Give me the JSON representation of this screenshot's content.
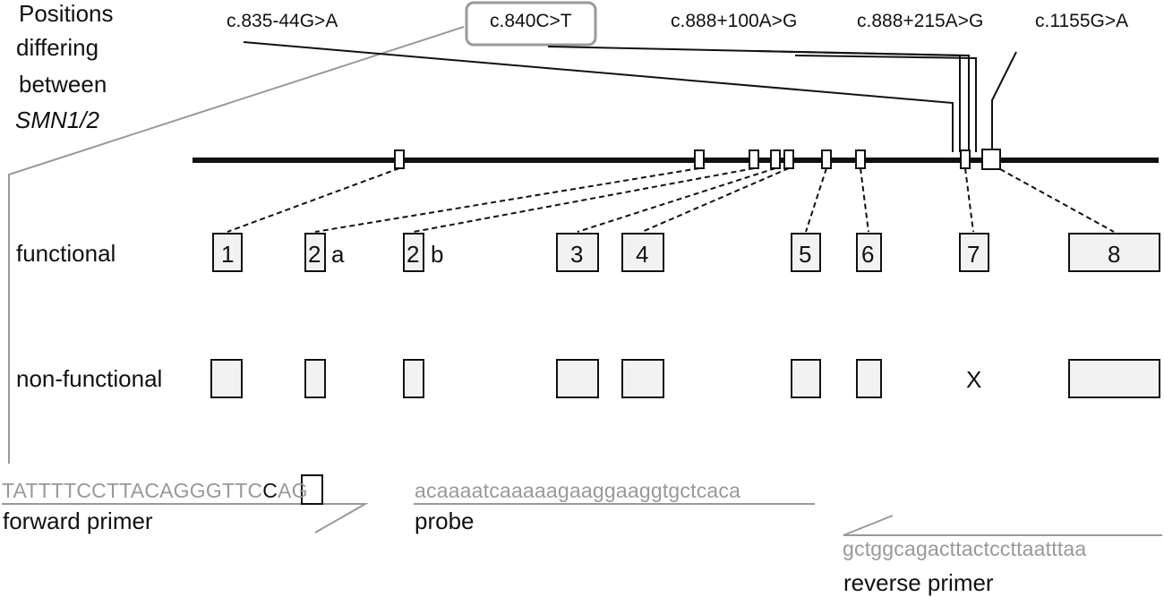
{
  "header": {
    "positions_lines": [
      "Positions",
      "differing",
      "between",
      "SMN1/2"
    ]
  },
  "variants": [
    "c.835-44G>A",
    "c.840C>T",
    "c.888+100A>G",
    "c.888+215A>G",
    "c.1155G>A"
  ],
  "rows": {
    "functional_label": "functional",
    "nonfunctional_label": "non-functional"
  },
  "exons": [
    {
      "label": "1",
      "suffix": ""
    },
    {
      "label": "2",
      "suffix": "a"
    },
    {
      "label": "2",
      "suffix": "b"
    },
    {
      "label": "3",
      "suffix": ""
    },
    {
      "label": "4",
      "suffix": ""
    },
    {
      "label": "5",
      "suffix": ""
    },
    {
      "label": "6",
      "suffix": ""
    },
    {
      "label": "7",
      "suffix": ""
    },
    {
      "label": "8",
      "suffix": ""
    }
  ],
  "missing_exon_mark": "X",
  "assay": {
    "forward_seq_before": "TATTTTCCTTACAGGGTTC",
    "forward_seq_highlight": "C",
    "forward_seq_after": "AG",
    "forward_label": "forward primer",
    "probe_seq": "acaaaatcaaaaagaaggaaggtgctcaca",
    "probe_label": "probe",
    "reverse_seq": "gctggcagacttactccttaatttaa",
    "reverse_label": "reverse primer"
  },
  "colors": {
    "line": "#111111",
    "box_fill": "#f2f2f2",
    "gray": "#999999"
  }
}
